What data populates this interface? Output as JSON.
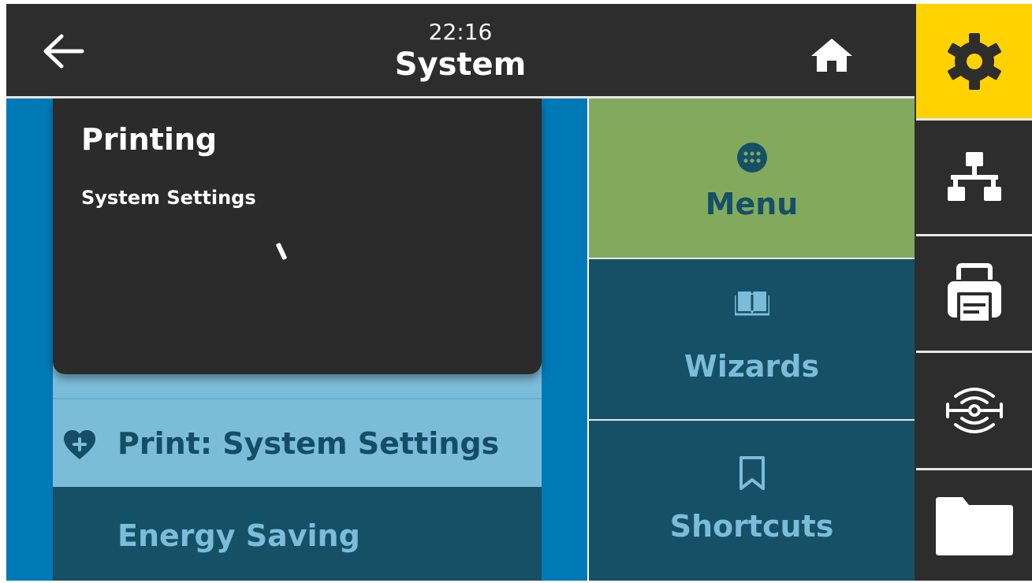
{
  "header": {
    "time": "22:16",
    "title": "System",
    "back_icon": "arrow-left-icon",
    "home_icon": "home-icon"
  },
  "card": {
    "title": "Printing",
    "subtitle": "System Settings"
  },
  "list": {
    "favorite_item": "Print: System Settings",
    "favorite_icon": "heart-plus-icon",
    "second_item": "Energy Saving"
  },
  "nav": {
    "menu": "Menu",
    "wizards": "Wizards",
    "shortcuts": "Shortcuts"
  },
  "sidebar": {
    "items": [
      "gear-icon",
      "network-icon",
      "printer-icon",
      "rfid-icon",
      "folder-icon"
    ],
    "active": "gear-icon"
  },
  "colors": {
    "topbar": "#2d2d2d",
    "accent_yellow": "#ffd200",
    "menu_green": "#83aa5c",
    "tile_dark_blue": "#155067",
    "panel_blue": "#0079b7",
    "list_light_blue": "#7bbcd9"
  }
}
